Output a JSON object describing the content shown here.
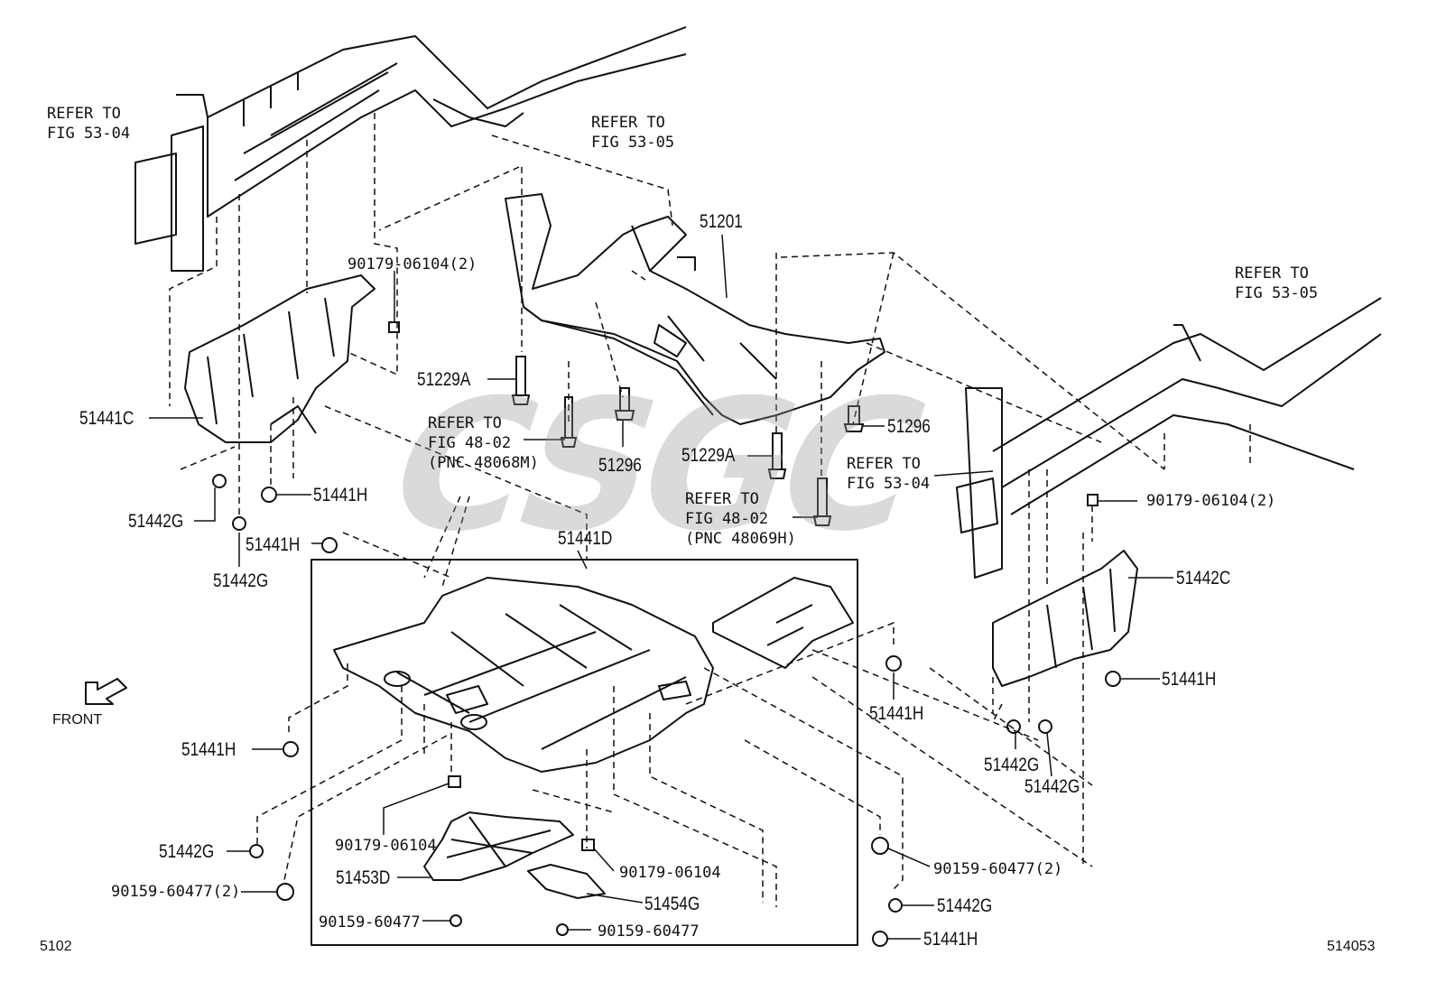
{
  "corners": {
    "bottom_left": "5102",
    "bottom_right": "514053"
  },
  "front_label": "FRONT",
  "refs": {
    "ref_53_04_left": [
      "REFER TO",
      "FIG 53-04"
    ],
    "ref_53_05_top": [
      "REFER TO",
      "FIG 53-05"
    ],
    "ref_53_05_right": [
      "REFER TO",
      "FIG 53-05"
    ],
    "ref_53_04_right": [
      "REFER TO",
      "FIG 53-04"
    ],
    "ref_48_02_a": [
      "REFER TO",
      "FIG 48-02",
      "(PNC 48068M)"
    ],
    "ref_48_02_b": [
      "REFER TO",
      "FIG 48-02",
      "(PNC 48069H)"
    ]
  },
  "parts": {
    "p_90179_06104_2_top": "90179-06104(2)",
    "p_51201": "51201",
    "p_51229A_left": "51229A",
    "p_51229A_mid": "51229A",
    "p_51296_a": "51296",
    "p_51296_b": "51296",
    "p_51441C": "51441C",
    "p_51441H_a": "51441H",
    "p_51441H_b": "51441H",
    "p_51442G_a": "51442G",
    "p_51442G_b": "51442G",
    "p_51441D": "51441D",
    "p_90179_06104_2_right": "90179-06104(2)",
    "p_51442C": "51442C",
    "p_51441H_right": "51441H",
    "p_51441H_center": "51441H",
    "p_51442G_r1": "51442G",
    "p_51442G_r2": "51442G",
    "p_51441H_lower": "51441H",
    "p_90179_06104_lower": "90179-06104",
    "p_51453D": "51453D",
    "p_90179_06104_c": "90179-06104",
    "p_51442G_lower": "51442G",
    "p_90159_60477_2_left": "90159-60477(2)",
    "p_90159_60477_a": "90159-60477",
    "p_51454G": "51454G",
    "p_90159_60477_b": "90159-60477",
    "p_90159_60477_2_right": "90159-60477(2)",
    "p_51442G_br": "51442G",
    "p_51441H_br": "51441H"
  },
  "colors": {
    "line": "#111111",
    "watermark": "#9a9a9a"
  }
}
